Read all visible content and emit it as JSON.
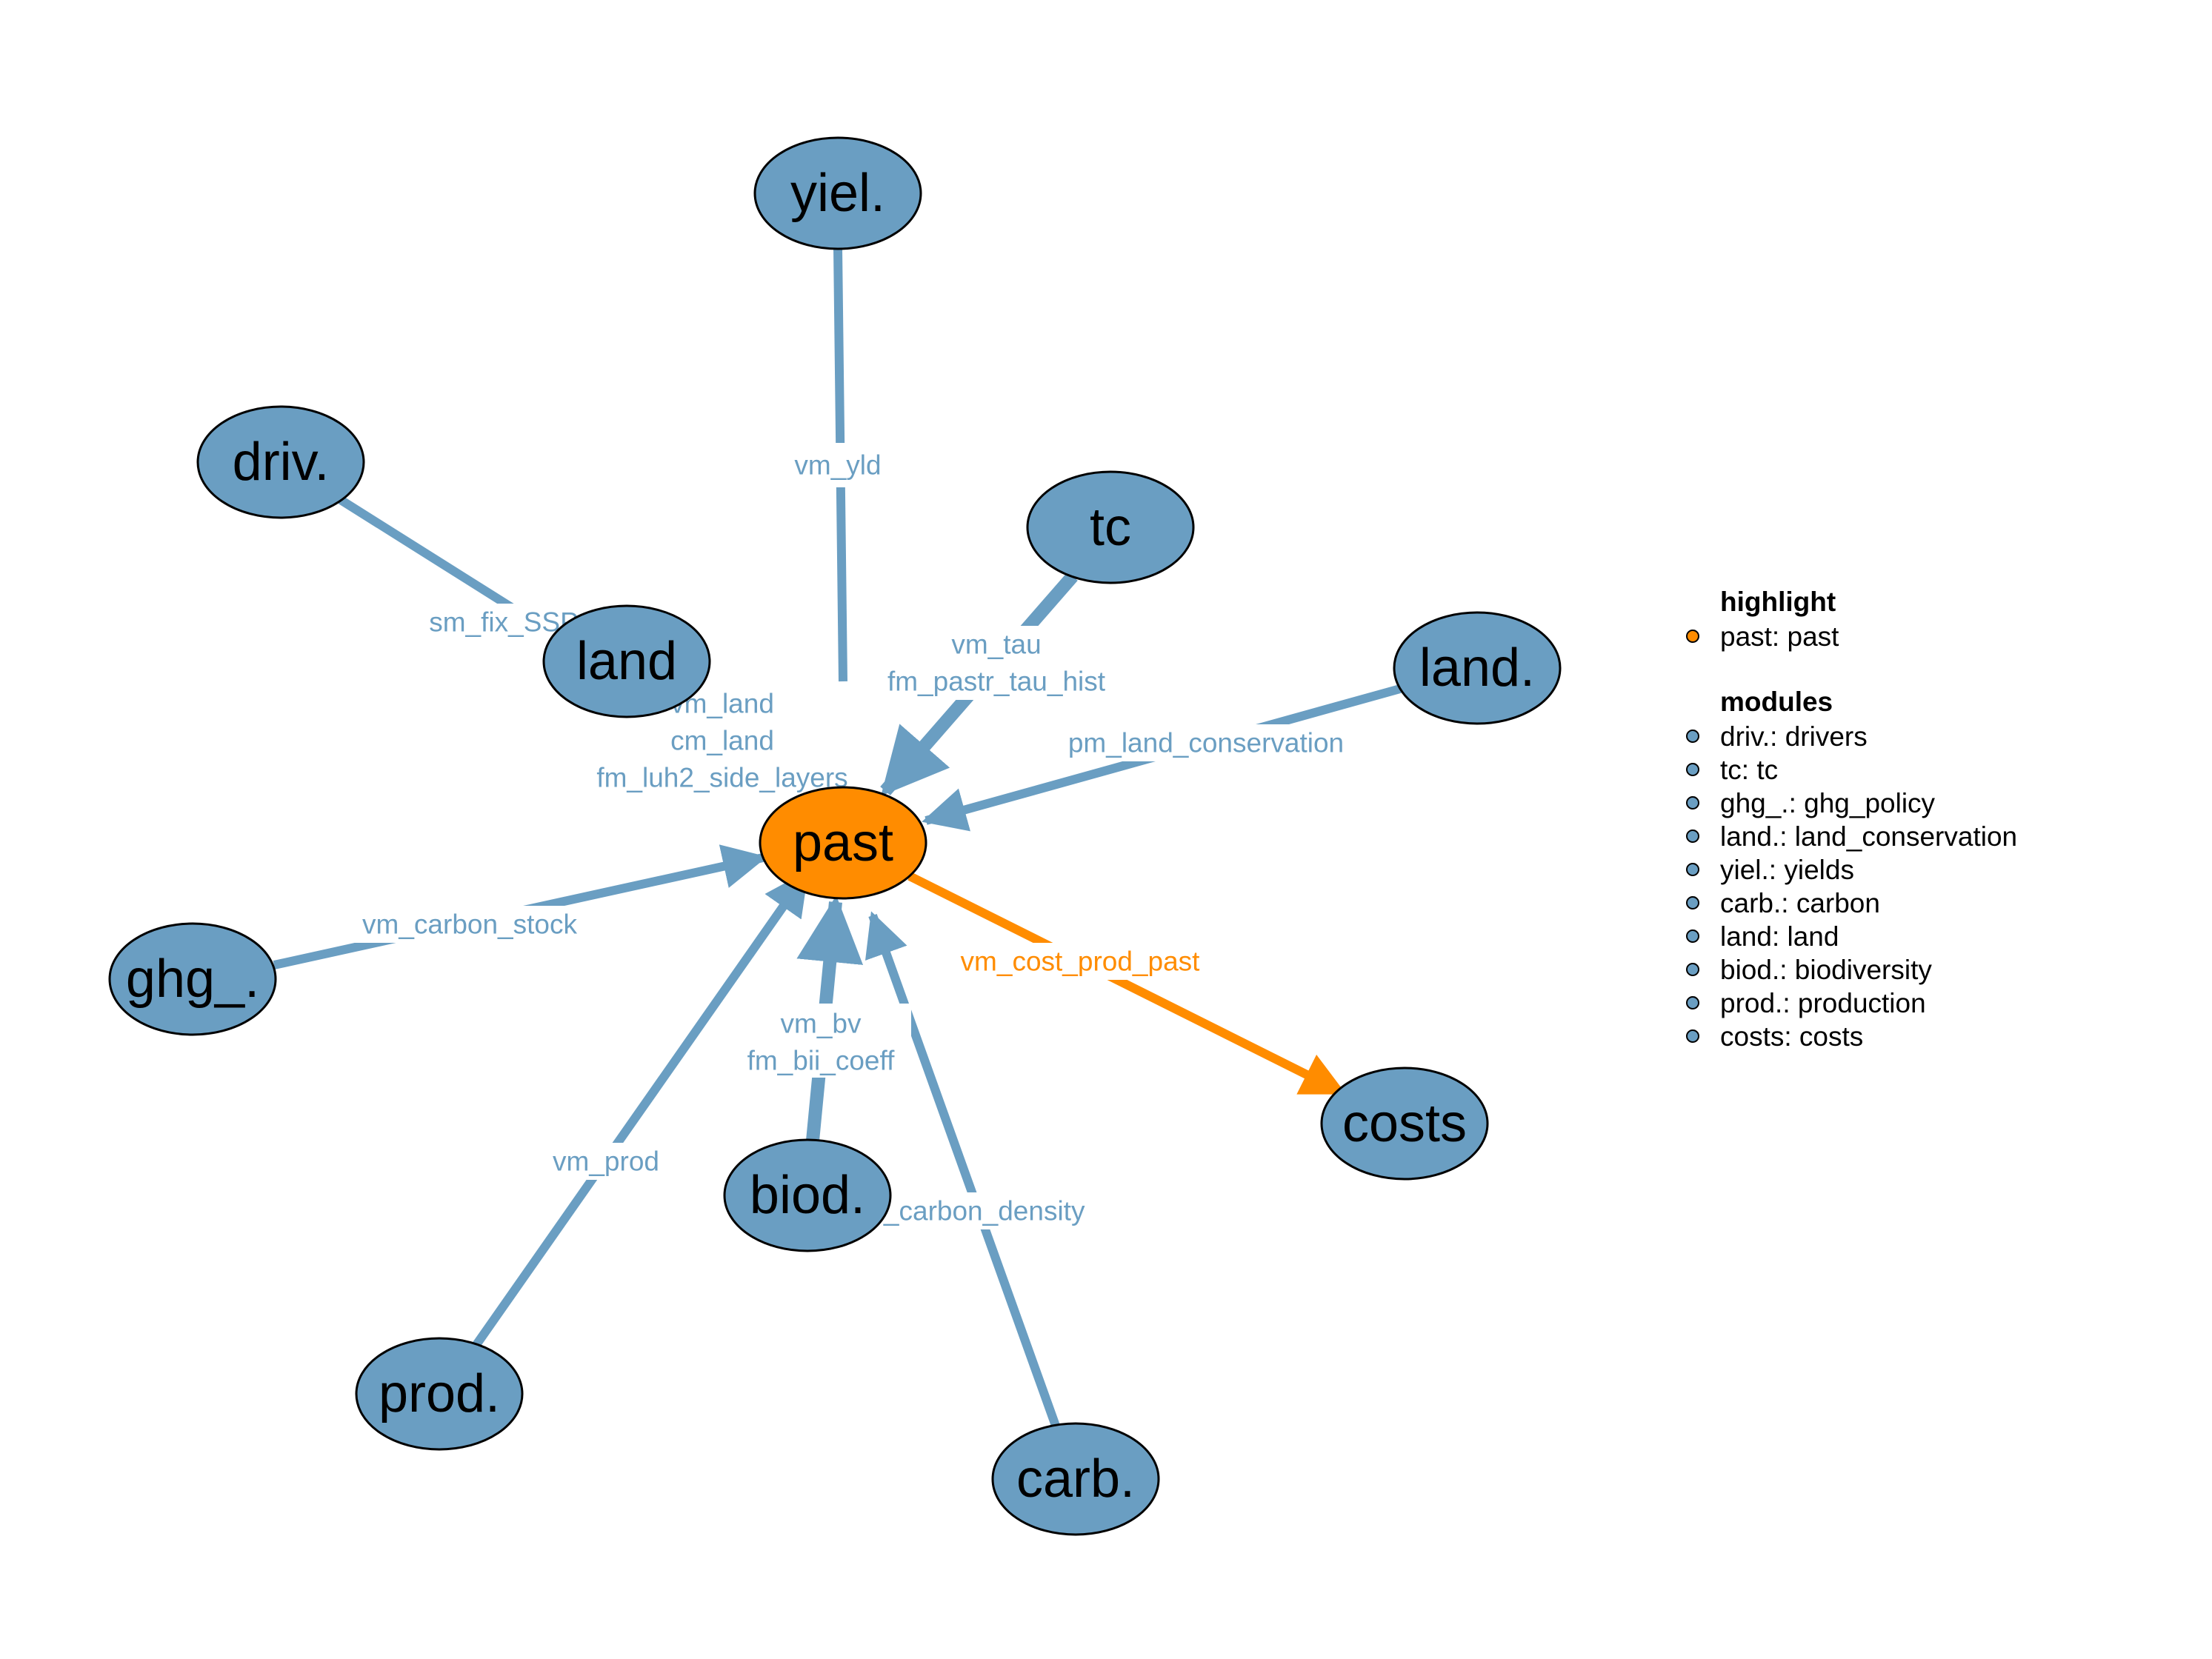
{
  "colors": {
    "module": "#6a9ec2",
    "highlight": "#ff8c00",
    "edge_module": "#6a9ec2",
    "edge_highlight": "#ff8c00",
    "outline": "#000000"
  },
  "nodes": {
    "yiel": "yiel.",
    "driv": "driv.",
    "tc": "tc",
    "land": "land",
    "land_cons": "land.",
    "past": "past",
    "ghg": "ghg_.",
    "costs": "costs",
    "biod": "biod.",
    "prod": "prod.",
    "carb": "carb."
  },
  "edges": {
    "yiel": [
      "vm_yld"
    ],
    "driv": [
      "sm_fix_SSP"
    ],
    "tc": [
      "vm_tau",
      "fm_pastr_tau_hist"
    ],
    "land": [
      "vm_land",
      "cm_land",
      "fm_luh2_side_layers"
    ],
    "land_cons": [
      "pm_land_conservation"
    ],
    "ghg": [
      "vm_carbon_stock"
    ],
    "costs": [
      "vm_cost_prod_past"
    ],
    "biod": [
      "vm_bv",
      "fm_bii_coeff"
    ],
    "prod": [
      "vm_prod"
    ],
    "carb": [
      "pm_carbon_density"
    ]
  },
  "legend": {
    "highlight_title": "highlight",
    "highlight_items": [
      "past: past"
    ],
    "modules_title": "modules",
    "module_items": [
      "driv.: drivers",
      "tc: tc",
      "ghg_.: ghg_policy",
      "land.: land_conservation",
      "yiel.: yields",
      "carb.: carbon",
      "land: land",
      "biod.: biodiversity",
      "prod.: production",
      "costs: costs"
    ]
  }
}
